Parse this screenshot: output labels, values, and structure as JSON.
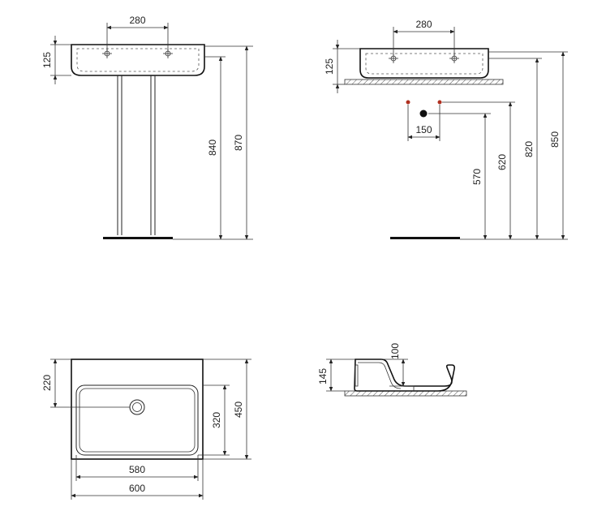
{
  "views": {
    "front_pedestal": {
      "hole_spacing": "280",
      "basin_height": "125",
      "rim_to_floor": "840",
      "top_to_floor": "870"
    },
    "front_wall": {
      "hole_spacing": "280",
      "basin_height": "125",
      "waste_spacing": "150",
      "waste_height": "570",
      "supply_height": "620",
      "rim_height": "820",
      "top_height": "850"
    },
    "plan": {
      "deck_depth": "220",
      "bowl_depth": "320",
      "overall_depth": "450",
      "bowl_width": "580",
      "overall_width": "600"
    },
    "section": {
      "bowl_depth": "100",
      "total_height": "145"
    }
  },
  "colors": {
    "line": "#222222",
    "background": "#ffffff"
  }
}
